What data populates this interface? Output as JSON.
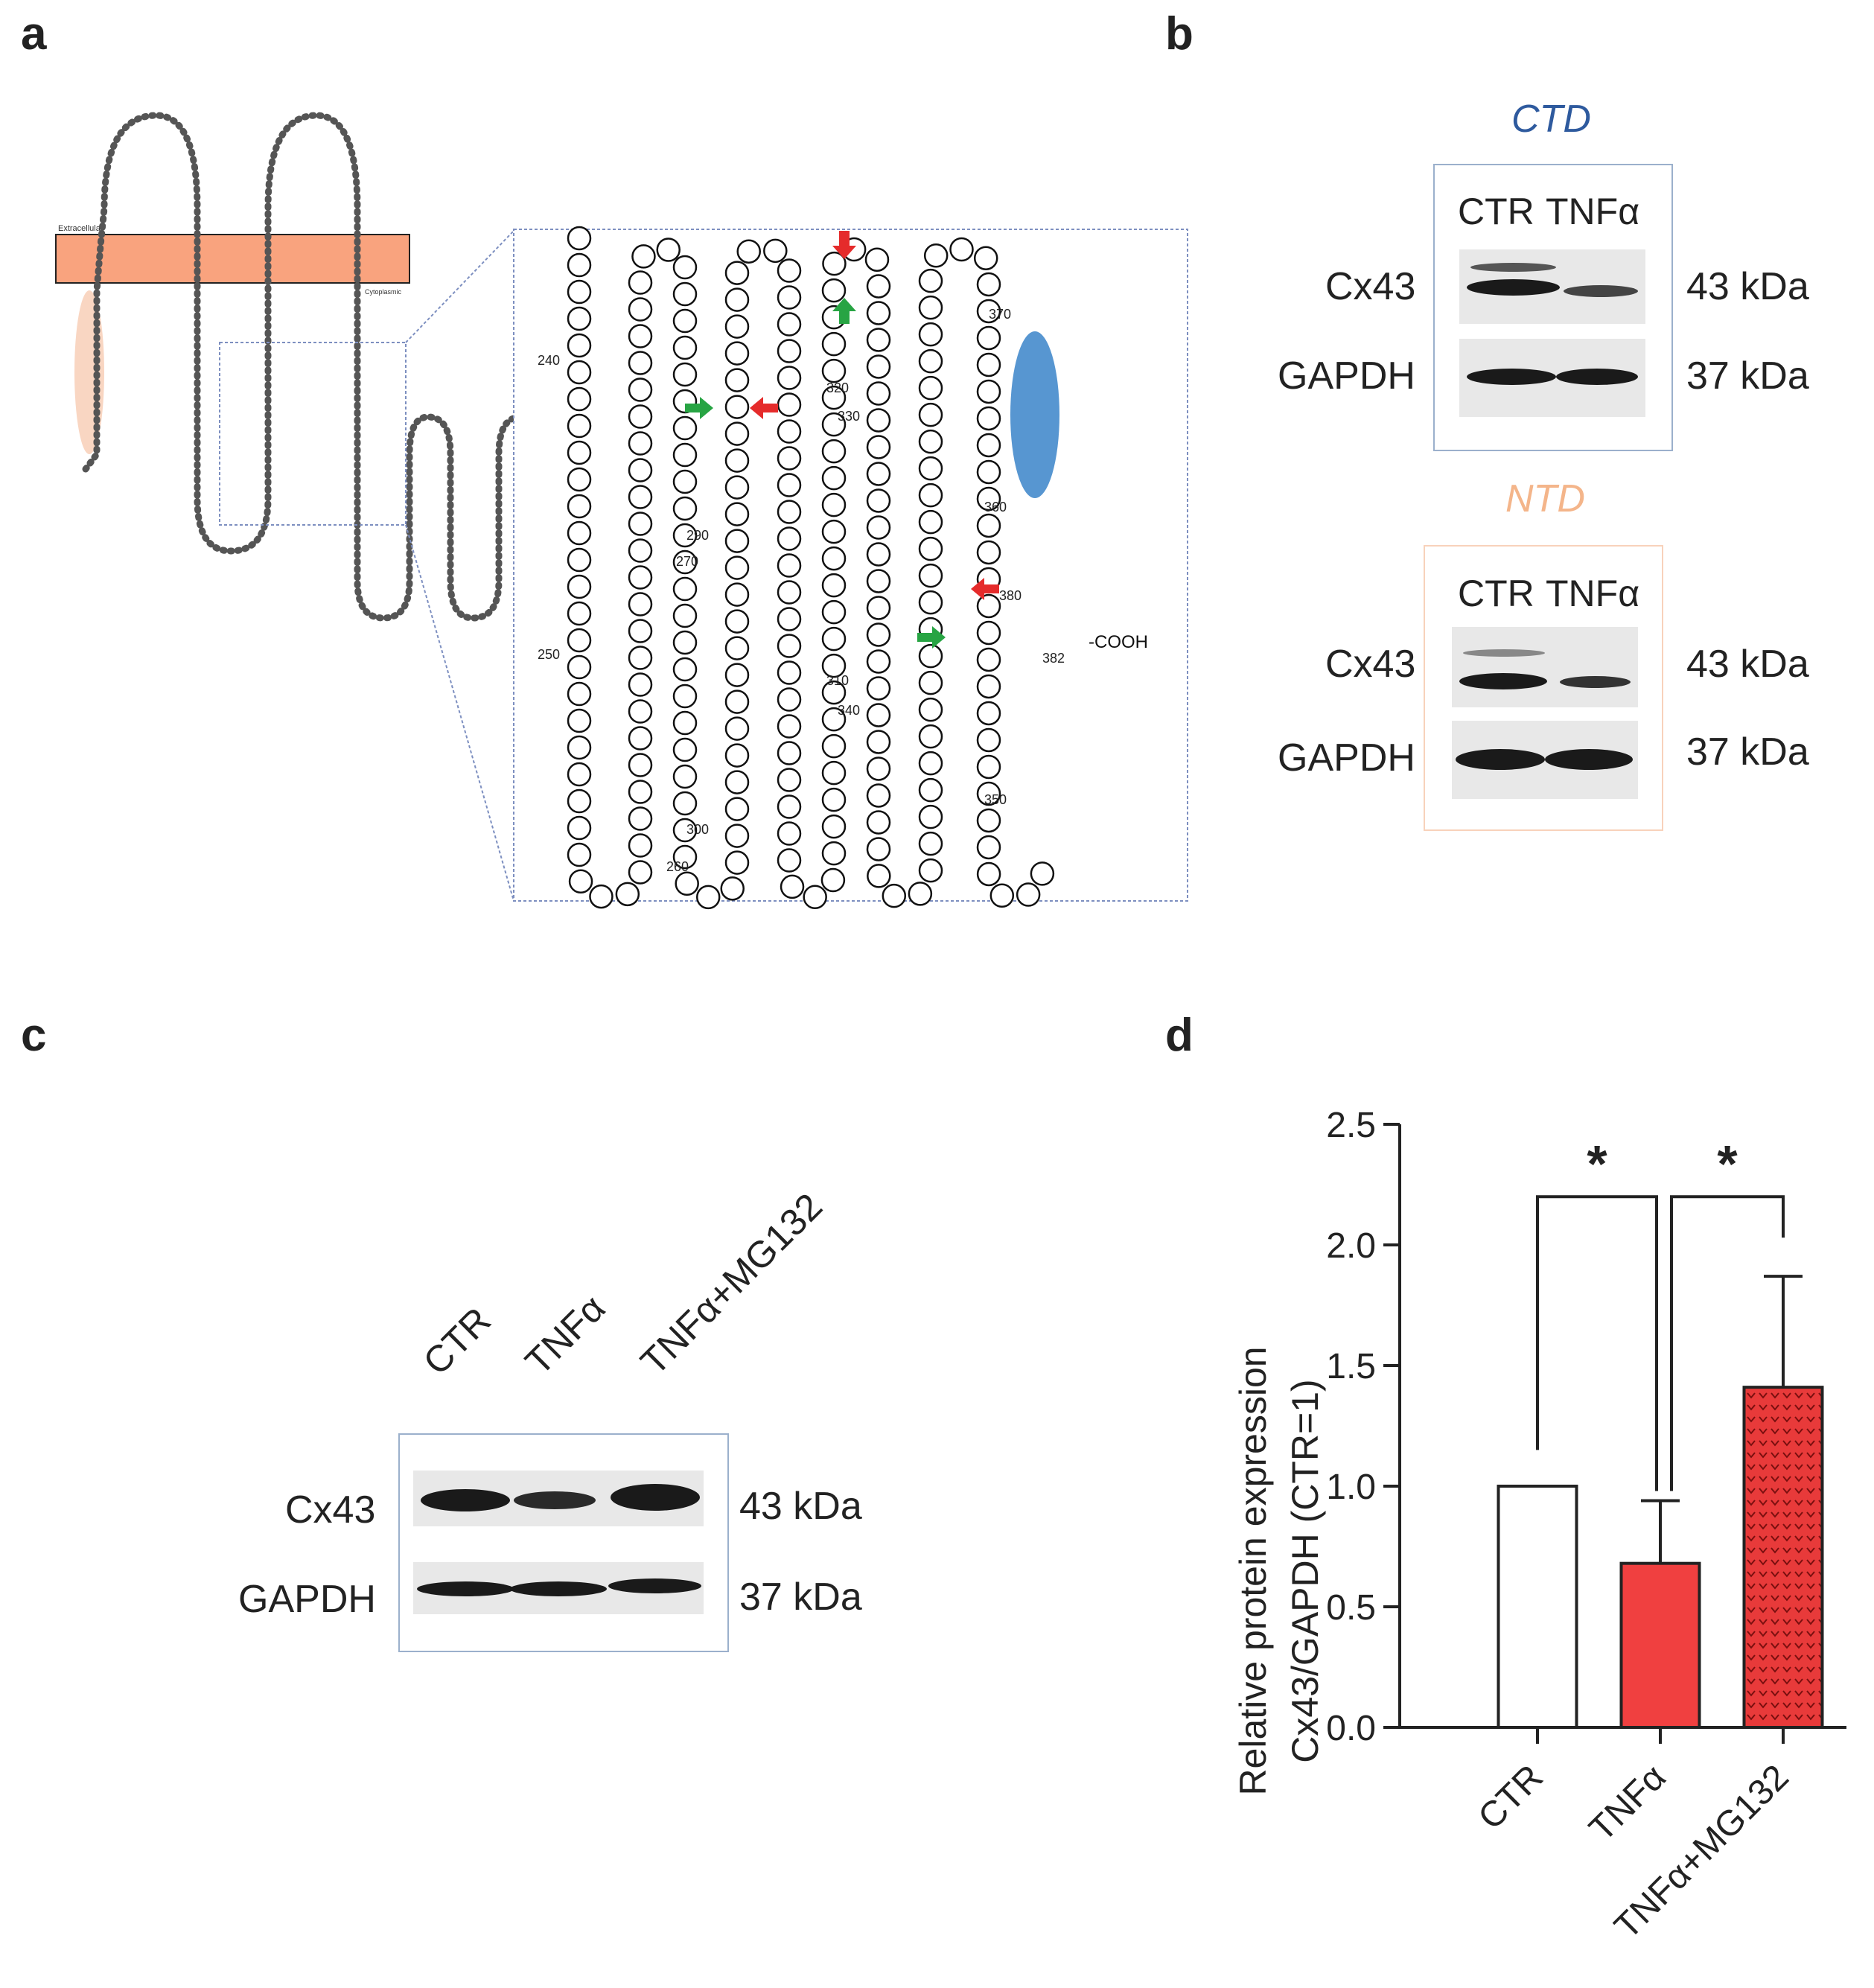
{
  "panels": {
    "a": "a",
    "b": "b",
    "c": "c",
    "d": "d"
  },
  "panel_a": {
    "extracellular": "Extracellular",
    "cytoplasm": "Cytoplasmic",
    "cooh": "-COOH",
    "nums": [
      "240",
      "250",
      "260",
      "270",
      "290",
      "300",
      "310",
      "320",
      "330",
      "340",
      "350",
      "360",
      "370",
      "380",
      "382"
    ]
  },
  "panel_b": {
    "ctd_title": "CTD",
    "ntd_title": "NTD",
    "lanes": [
      "CTR",
      "TNFα"
    ],
    "cx43": "Cx43",
    "gapdh": "GAPDH",
    "kda43": "43 kDa",
    "kda37": "37 kDa",
    "ctd_color": "#2e5a9e",
    "ntd_color": "#f4b58a"
  },
  "panel_c": {
    "lanes": [
      "CTR",
      "TNFα",
      "TNFα+MG132"
    ],
    "cx43": "Cx43",
    "gapdh": "GAPDH",
    "kda43": "43 kDa",
    "kda37": "37 kDa"
  },
  "chart_data": {
    "type": "bar",
    "categories": [
      "CTR",
      "TNFα",
      "TNFα+MG132"
    ],
    "values": [
      1.0,
      0.68,
      1.41
    ],
    "errors": [
      0,
      0.26,
      0.46
    ],
    "ylabel": "Relative protein expression Cx43/GAPDH (CTR=1)",
    "ylabel_line1": "Relative protein expression",
    "ylabel_line2": "Cx43/GAPDH (CTR=1)",
    "ylim": [
      0,
      2.5
    ],
    "yticks": [
      "0.0",
      "0.5",
      "1.0",
      "1.5",
      "2.0",
      "2.5"
    ],
    "significance": [
      "*",
      "*"
    ],
    "colors": [
      "#ffffff",
      "#f04040",
      "#e83a3a"
    ],
    "grid": false
  }
}
